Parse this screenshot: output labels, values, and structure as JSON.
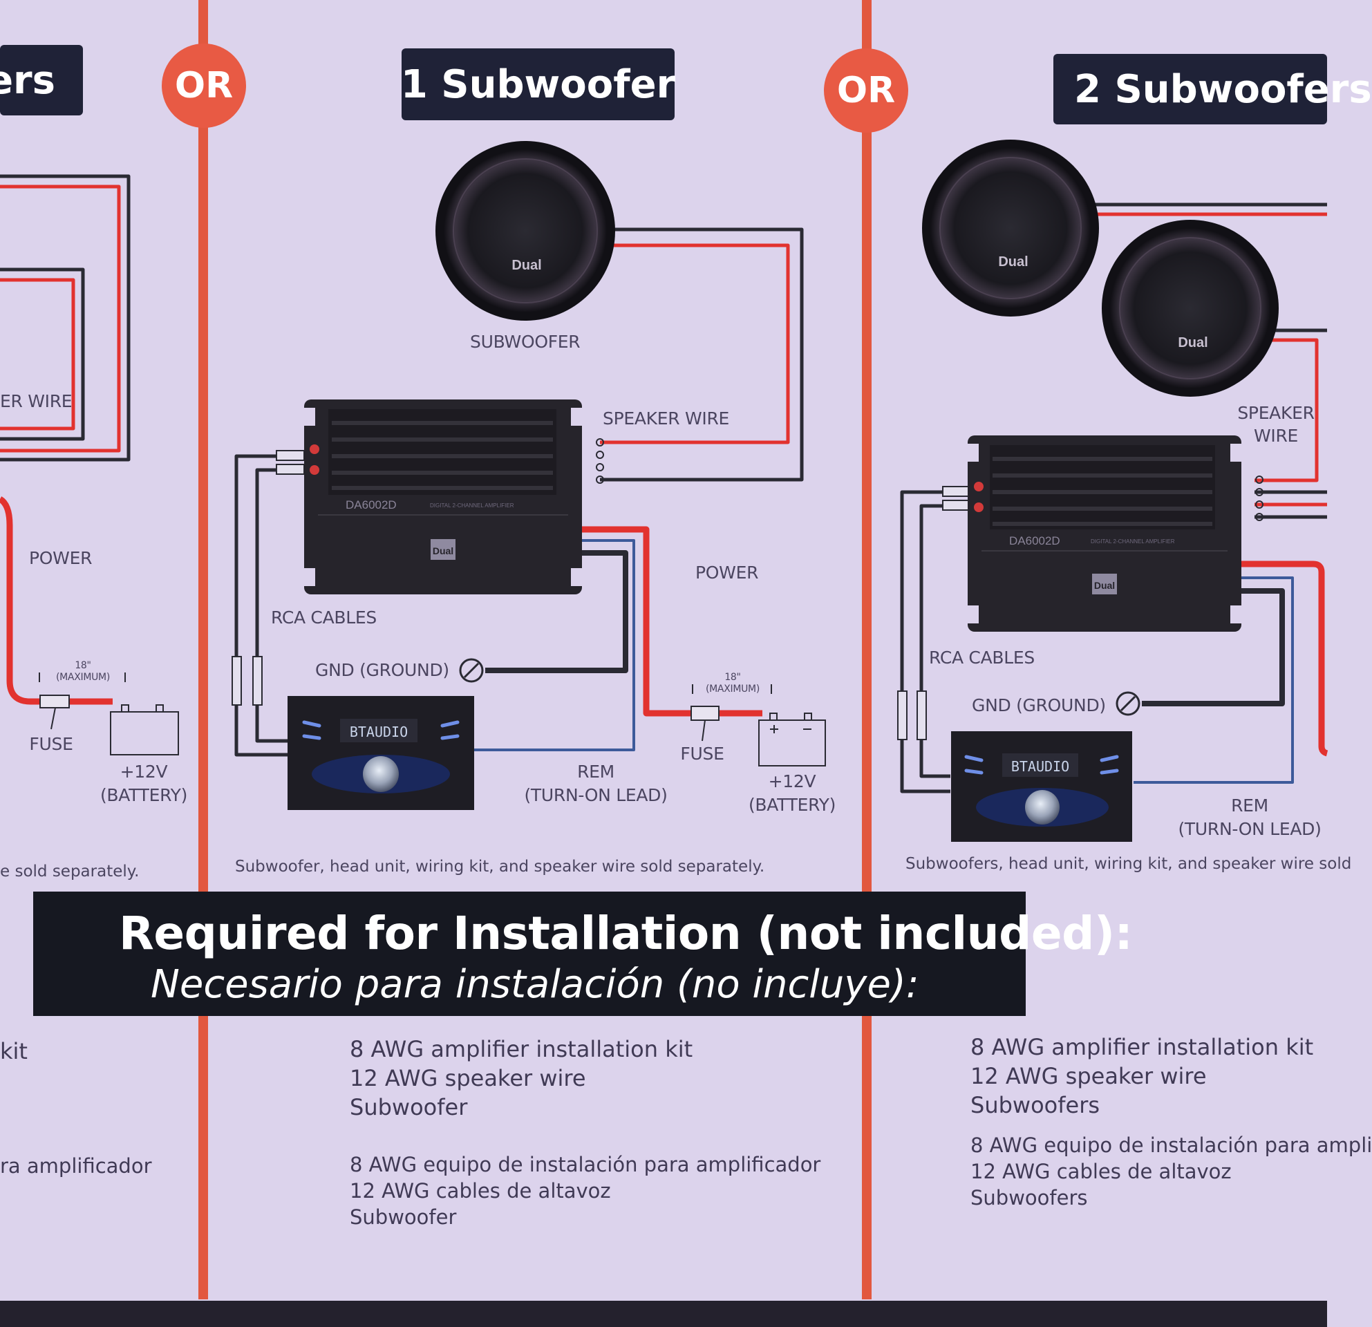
{
  "panel_left": {
    "title_partial": "ers",
    "labels": {
      "speaker_wire": "ER WIRE",
      "power": "POWER",
      "distance_value": "18\"",
      "distance_note": "(MAXIMUM)",
      "fuse": "FUSE",
      "battery_volts": "+12V",
      "battery_name": "(BATTERY)"
    },
    "note": "e sold separately.",
    "list_en": [
      "kit"
    ],
    "list_es": [
      "ra amplificador"
    ]
  },
  "or_label": "OR",
  "panel_center": {
    "title": "1 Subwoofer",
    "subwoofer_brand": "Dual",
    "amp_model": "DA6002D",
    "amp_desc": "DIGITAL 2-CHANNEL AMPLIFIER",
    "amp_brand": "Dual",
    "head_unit_display": "BTAUDIO",
    "labels": {
      "subwoofer": "SUBWOOFER",
      "speaker_wire": "SPEAKER WIRE",
      "power": "POWER",
      "rca_cables": "RCA CABLES",
      "gnd": "GND (GROUND)",
      "distance_value": "18\"",
      "distance_note": "(MAXIMUM)",
      "fuse": "FUSE",
      "battery_volts": "+12V",
      "battery_name": "(BATTERY)",
      "rem": "REM",
      "turn_on_lead": "(TURN-ON LEAD)"
    },
    "note": "Subwoofer, head unit, wiring kit, and speaker wire sold separately.",
    "list_en": [
      "8 AWG amplifier installation kit",
      "12 AWG speaker wire",
      "Subwoofer"
    ],
    "list_es": [
      "8 AWG equipo de instalación para amplificador",
      "12 AWG cables de altavoz",
      "Subwoofer"
    ]
  },
  "panel_right": {
    "title": "2 Subwoofers",
    "subwoofer_brand": "Dual",
    "amp_model": "DA6002D",
    "amp_desc": "DIGITAL 2-CHANNEL AMPLIFIER",
    "amp_brand": "Dual",
    "head_unit_display": "BTAUDIO",
    "labels": {
      "speaker": "SPEAKER",
      "wire": "WIRE",
      "rca_cables": "RCA CABLES",
      "gnd": "GND (GROUND)",
      "rem": "REM",
      "turn_on_lead": "(TURN-ON LEAD)"
    },
    "note": "Subwoofers, head unit, wiring kit, and speaker wire sold",
    "list_en": [
      "8 AWG amplifier installation kit",
      "12 AWG speaker wire",
      "Subwoofers"
    ],
    "list_es": [
      "8 AWG equipo de instalación para ampli",
      "12 AWG cables de altavoz",
      "Subwoofers"
    ]
  },
  "banner": {
    "title_en": "Required for Installation (not included):",
    "title_es": "Necesario para instalación (no incluye):"
  },
  "colors": {
    "background": "#dcd3ec",
    "title_box": "#1f2237",
    "or_badge": "#e85a44",
    "divider": "#e2583f",
    "wire_red": "#e2322f",
    "wire_black": "#2a2a33",
    "wire_blue": "#3d5a9a",
    "banner": "#161821",
    "device": "#26242b"
  }
}
